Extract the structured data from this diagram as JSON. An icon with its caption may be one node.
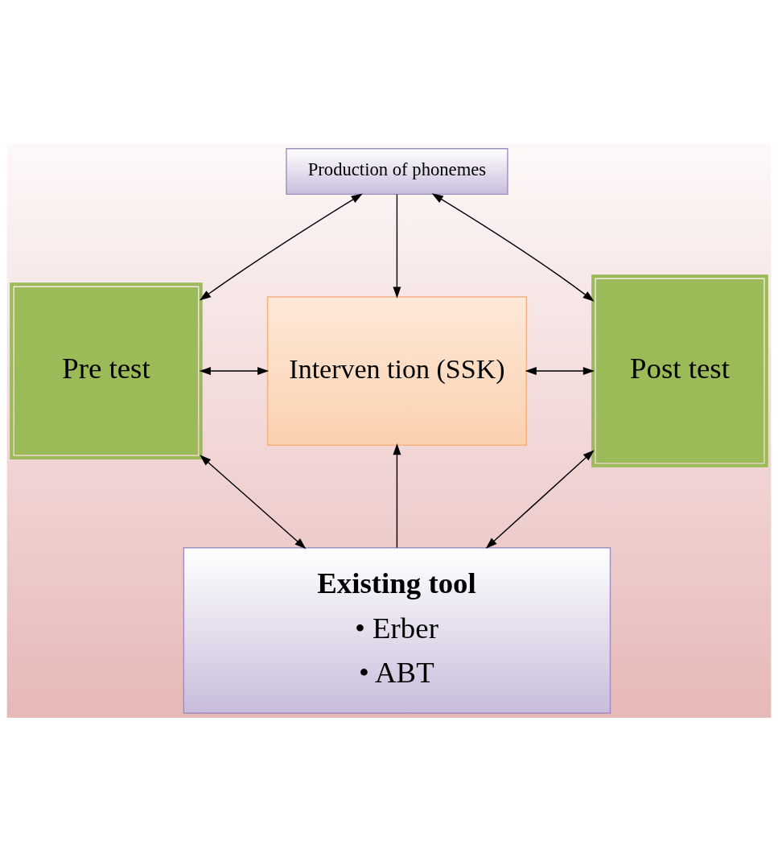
{
  "diagram": {
    "nodes": [
      {
        "text": [
          "Production of phonemes"
        ]
      },
      {
        "text": [
          "Pre test"
        ]
      },
      {
        "text": [
          "Interven tion (SSK)"
        ]
      },
      {
        "text": [
          "Post test"
        ]
      },
      {
        "text": [
          "Existing tool",
          "• Erber",
          "• ABT"
        ]
      }
    ],
    "edges": [
      {
        "from": 0,
        "to": 1,
        "arrow": "both"
      },
      {
        "from": 0,
        "to": 2,
        "arrow": "to"
      },
      {
        "from": 0,
        "to": 3,
        "arrow": "both"
      },
      {
        "from": 1,
        "to": 2,
        "arrow": "both"
      },
      {
        "from": 2,
        "to": 3,
        "arrow": "both"
      },
      {
        "from": 4,
        "to": 2,
        "arrow": "to"
      },
      {
        "from": 1,
        "to": 4,
        "arrow": "both"
      },
      {
        "from": 3,
        "to": 4,
        "arrow": "both"
      }
    ]
  }
}
